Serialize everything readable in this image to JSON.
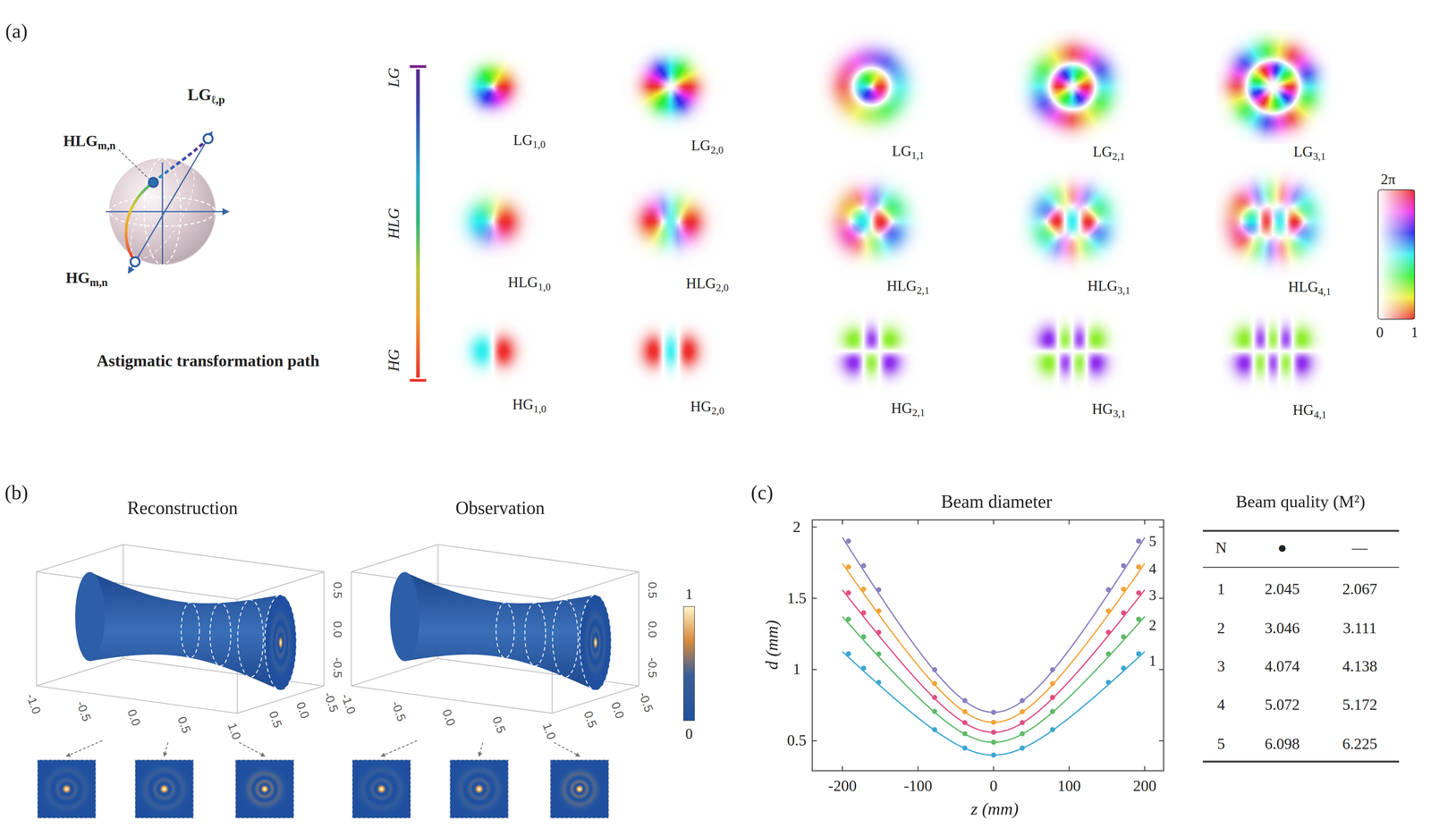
{
  "diagram": {
    "labels": [
      "(a)",
      "LGℓ,p",
      "HLGm,n",
      "HGm,n",
      "Astigmatic transformation path",
      "LG",
      "HLG",
      "HG",
      "LG1,0",
      "LG2,0",
      "LG1,1",
      "LG2,1",
      "LG3,1",
      "HLG1,0",
      "HLG2,0",
      "HLG2,1",
      "HLG3,1",
      "HLG4,1",
      "HG1,0",
      "HG2,0",
      "HG2,1",
      "HG3,1",
      "HG4,1",
      "2π",
      "0",
      "1",
      "(b)",
      "Reconstruction",
      "Observation",
      "-1.0",
      "-0.5",
      "0.0",
      "0.5",
      "1.0",
      "0.5",
      "0.0",
      "-0.5",
      "0.5",
      "0.0",
      "-0.5",
      "-1.0",
      "-0.5",
      "0.0",
      "0.5",
      "1.0",
      "0.5",
      "0.0",
      "-0.5",
      "0.5",
      "0.0",
      "-0.5",
      "1",
      "0",
      "(c)",
      "Beam diameter",
      "d (mm)",
      "z (mm)",
      "0.5",
      "1",
      "1.5",
      "2",
      "-200",
      "-100",
      "0",
      "100",
      "200",
      "5",
      "4",
      "3",
      "2",
      "1",
      "Beam quality (M²)",
      "N",
      "●",
      "—",
      "1",
      "2.045",
      "2.067",
      "2",
      "3.046",
      "3.111",
      "3",
      "4.074",
      "4.138",
      "4",
      "5.072",
      "5.172",
      "5",
      "6.098",
      "6.225"
    ]
  }
}
